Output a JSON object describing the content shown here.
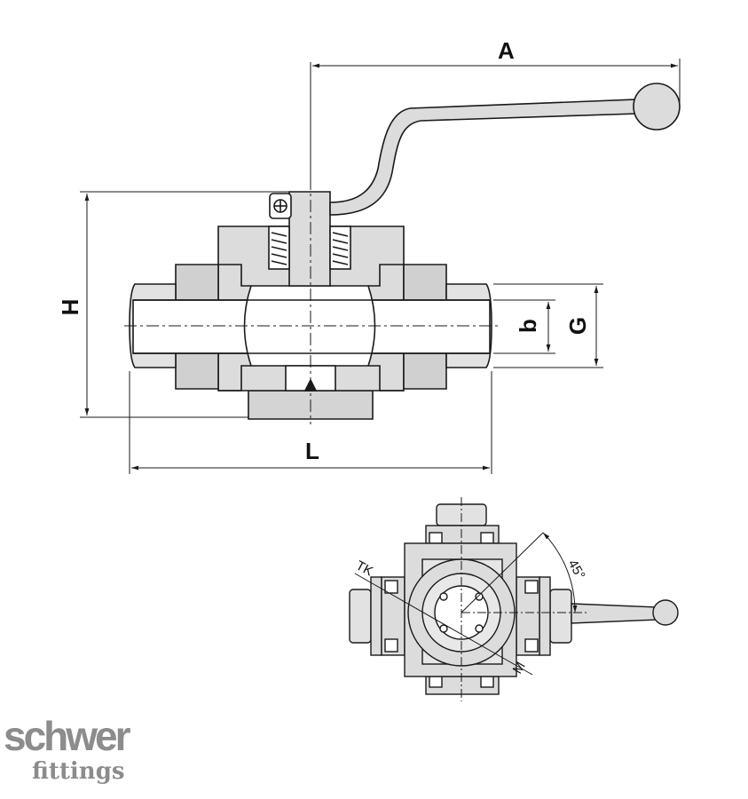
{
  "dimensions": {
    "A": "A",
    "H": "H",
    "L": "L",
    "b": "b",
    "G": "G"
  },
  "top_view_labels": {
    "TK": "TK",
    "M": "M",
    "angle": "45°"
  },
  "logo": {
    "line1": "schwer",
    "line2": "fittings"
  },
  "colors": {
    "body_fill": "#dcdcdc",
    "body_fill_dark": "#c8c8c8",
    "line": "#1a1a1a",
    "logo_gray": "#8c8c8c"
  }
}
